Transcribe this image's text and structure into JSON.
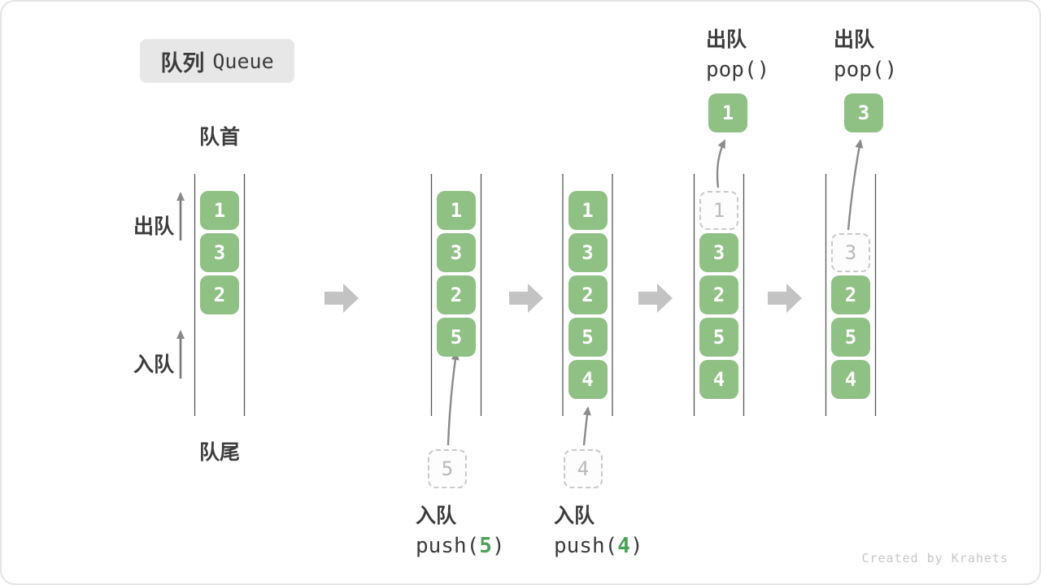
{
  "title": {
    "zh": "队列",
    "en": "Queue"
  },
  "labels": {
    "front": "队首",
    "rear": "队尾",
    "dequeue": "出队",
    "enqueue": "入队"
  },
  "watermark": "Created by Krahets",
  "colors": {
    "box_green": "#8fc084",
    "accent_green": "#4aa054",
    "text_dark": "#3c3c3c",
    "badge_bg": "#e7e7e7",
    "block_arrow_gray": "#c3c3c3",
    "thin_arrow_gray": "#8a8a8a",
    "container_line": "#565656",
    "dashed_border": "#c9c9c9",
    "dashed_text": "#b9b9b9"
  },
  "states": [
    {
      "name": "initial",
      "queue": [
        {
          "row": 1,
          "value": "1",
          "style": "solid"
        },
        {
          "row": 2,
          "value": "3",
          "style": "solid"
        },
        {
          "row": 3,
          "value": "2",
          "style": "solid"
        }
      ]
    },
    {
      "name": "after-push-5",
      "queue": [
        {
          "row": 1,
          "value": "1",
          "style": "solid"
        },
        {
          "row": 2,
          "value": "3",
          "style": "solid"
        },
        {
          "row": 3,
          "value": "2",
          "style": "solid"
        },
        {
          "row": 4,
          "value": "5",
          "style": "solid"
        }
      ],
      "floating": {
        "value": "5",
        "style": "dashed",
        "position": "below"
      },
      "op": {
        "label": "入队",
        "fn": "push(",
        "arg": "5",
        "close": ")"
      }
    },
    {
      "name": "after-push-4",
      "queue": [
        {
          "row": 1,
          "value": "1",
          "style": "solid"
        },
        {
          "row": 2,
          "value": "3",
          "style": "solid"
        },
        {
          "row": 3,
          "value": "2",
          "style": "solid"
        },
        {
          "row": 4,
          "value": "5",
          "style": "solid"
        },
        {
          "row": 5,
          "value": "4",
          "style": "solid"
        }
      ],
      "floating": {
        "value": "4",
        "style": "dashed",
        "position": "below"
      },
      "op": {
        "label": "入队",
        "fn": "push(",
        "arg": "4",
        "close": ")"
      }
    },
    {
      "name": "after-pop-1",
      "queue": [
        {
          "row": 1,
          "value": "1",
          "style": "dashed"
        },
        {
          "row": 2,
          "value": "3",
          "style": "solid"
        },
        {
          "row": 3,
          "value": "2",
          "style": "solid"
        },
        {
          "row": 4,
          "value": "5",
          "style": "solid"
        },
        {
          "row": 5,
          "value": "4",
          "style": "solid"
        }
      ],
      "floating": {
        "value": "1",
        "style": "solid",
        "position": "above"
      },
      "op": {
        "label": "出队",
        "fn": "pop()"
      }
    },
    {
      "name": "after-pop-3",
      "queue": [
        {
          "row": 2,
          "value": "3",
          "style": "dashed"
        },
        {
          "row": 3,
          "value": "2",
          "style": "solid"
        },
        {
          "row": 4,
          "value": "5",
          "style": "solid"
        },
        {
          "row": 5,
          "value": "4",
          "style": "solid"
        }
      ],
      "floating": {
        "value": "3",
        "style": "solid",
        "position": "above"
      },
      "op": {
        "label": "出队",
        "fn": "pop()"
      }
    }
  ]
}
